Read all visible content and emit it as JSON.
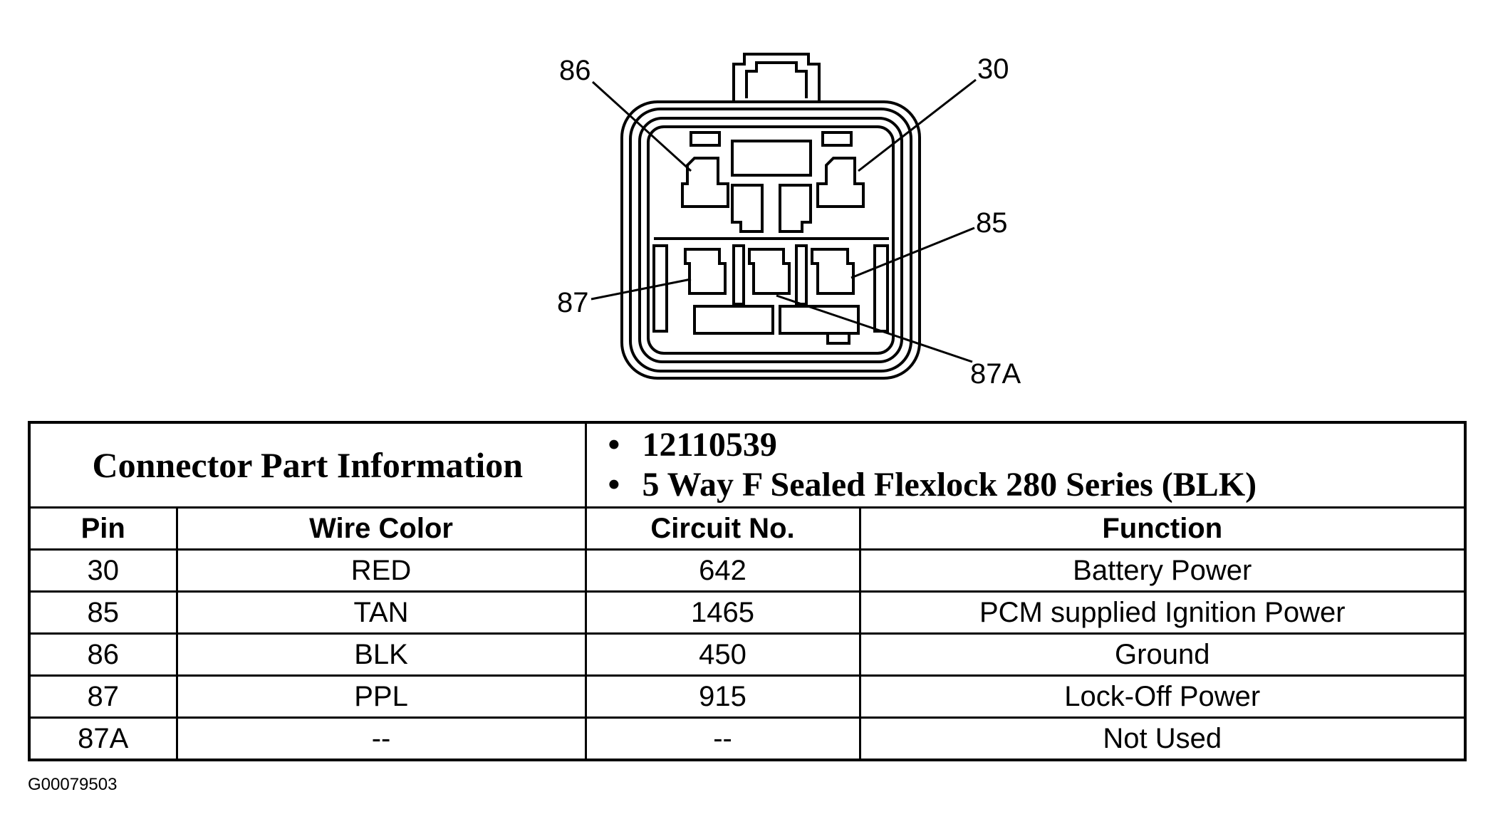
{
  "pin_labels": {
    "p86": "86",
    "p30": "30",
    "p85": "85",
    "p87": "87",
    "p87a": "87A"
  },
  "table": {
    "header_title": "Connector Part Information",
    "part_info": [
      "12110539",
      "5 Way F Sealed Flexlock 280 Series (BLK)"
    ],
    "columns": [
      "Pin",
      "Wire Color",
      "Circuit No.",
      "Function"
    ],
    "rows": [
      [
        "30",
        "RED",
        "642",
        "Battery Power"
      ],
      [
        "85",
        "TAN",
        "1465",
        "PCM supplied Ignition Power"
      ],
      [
        "86",
        "BLK",
        "450",
        "Ground"
      ],
      [
        "87",
        "PPL",
        "915",
        "Lock-Off Power"
      ],
      [
        "87A",
        "--",
        "--",
        "Not Used"
      ]
    ]
  },
  "figure_id": "G00079503"
}
